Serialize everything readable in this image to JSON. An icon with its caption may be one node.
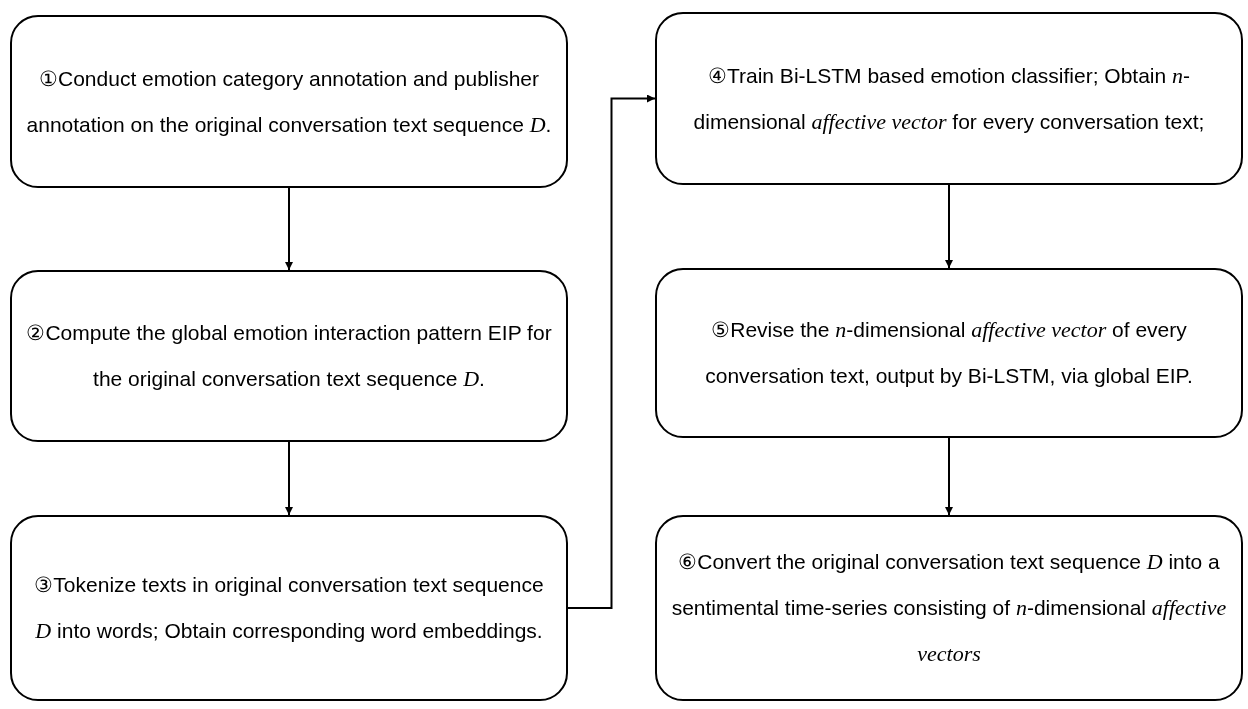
{
  "diagram": {
    "nodes": [
      {
        "text": [
          "①Conduct emotion category annotation and publisher annotation on the original conversation text sequence *D*."
        ]
      },
      {
        "text": [
          "②Compute the global emotion interaction pattern EIP for the original conversation text sequence *D*."
        ]
      },
      {
        "text": [
          "③Tokenize texts in original conversation text sequence *D* into words; Obtain corresponding word embeddings."
        ]
      },
      {
        "text": [
          "④Train Bi-LSTM based emotion classifier; Obtain *n*-dimensional *affective vector* for every conversation text;"
        ]
      },
      {
        "text": [
          "⑤Revise the *n*-dimensional *affective vector* of every conversation text, output by Bi-LSTM, via global EIP."
        ]
      },
      {
        "text": [
          "⑥Convert the original conversation text sequence *D* into a sentimental time-series consisting of *n*-dimensional *affective vectors*"
        ]
      }
    ],
    "edges": [
      {
        "from": 0,
        "to": 1,
        "arrow": "to"
      },
      {
        "from": 1,
        "to": 2,
        "arrow": "to"
      },
      {
        "from": 2,
        "to": 3,
        "arrow": "to"
      },
      {
        "from": 3,
        "to": 4,
        "arrow": "to"
      },
      {
        "from": 4,
        "to": 5,
        "arrow": "to"
      }
    ]
  }
}
